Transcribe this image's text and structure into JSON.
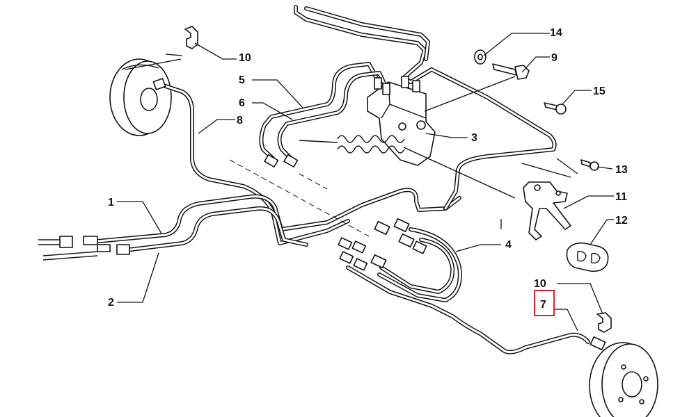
{
  "diagram": {
    "callouts": [
      {
        "id": "14",
        "label": "14"
      },
      {
        "id": "9",
        "label": "9"
      },
      {
        "id": "15",
        "label": "15"
      },
      {
        "id": "10a",
        "label": "10"
      },
      {
        "id": "5",
        "label": "5"
      },
      {
        "id": "6",
        "label": "6"
      },
      {
        "id": "8",
        "label": "8"
      },
      {
        "id": "3",
        "label": "3"
      },
      {
        "id": "13",
        "label": "13"
      },
      {
        "id": "11",
        "label": "11"
      },
      {
        "id": "12",
        "label": "12"
      },
      {
        "id": "1",
        "label": "1"
      },
      {
        "id": "4",
        "label": "4"
      },
      {
        "id": "2",
        "label": "2"
      },
      {
        "id": "10b",
        "label": "10"
      },
      {
        "id": "7",
        "label": "7"
      }
    ],
    "highlighted_callout": "7",
    "highlight_color": "#d9232a"
  }
}
